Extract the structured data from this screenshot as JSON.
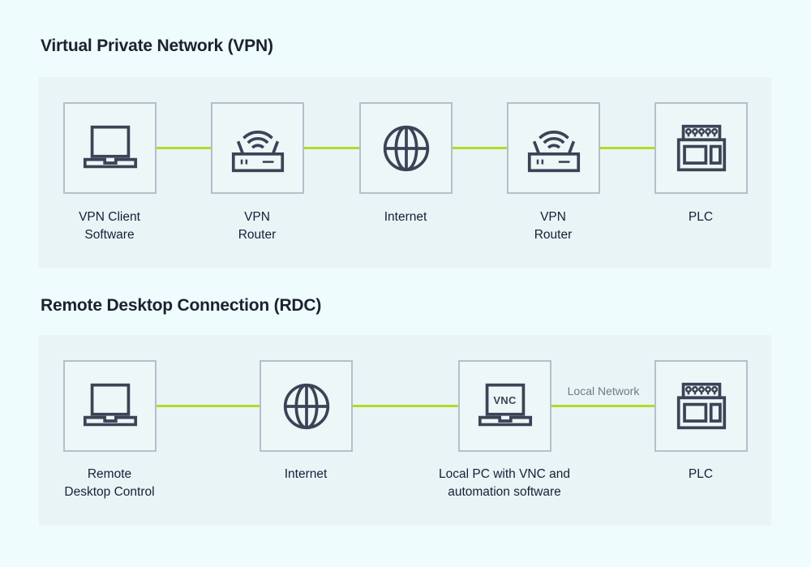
{
  "colors": {
    "page_bg": "#eefcfe",
    "panel_bg": "#e9f4f6",
    "node_bg": "#edf7f8",
    "node_border": "#b5bfc9",
    "icon_stroke": "#3c4356",
    "connector": "#b1dc25",
    "title_text": "#1c212e",
    "label_text": "#152036",
    "connection_label_text": "#6e7b86"
  },
  "sections": [
    {
      "title": "Virtual Private Network (VPN)",
      "nodes": [
        {
          "icon": "laptop-icon",
          "label_lines": [
            "VPN Client",
            "Software"
          ]
        },
        {
          "icon": "wifi-router-icon",
          "label_lines": [
            "VPN",
            "Router"
          ]
        },
        {
          "icon": "globe-icon",
          "label_lines": [
            "Internet"
          ]
        },
        {
          "icon": "wifi-router-icon",
          "label_lines": [
            "VPN",
            "Router"
          ]
        },
        {
          "icon": "plc-icon",
          "label_lines": [
            "PLC"
          ]
        }
      ]
    },
    {
      "title": "Remote Desktop Connection (RDC)",
      "connection_label": "Local Network",
      "nodes": [
        {
          "icon": "laptop-icon",
          "label_lines": [
            "Remote",
            "Desktop Control"
          ]
        },
        {
          "icon": "globe-icon",
          "label_lines": [
            "Internet"
          ]
        },
        {
          "icon": "laptop-vnc-icon",
          "screen_text": "VNC",
          "label_lines": [
            "Local PC with VNC and",
            "automation software"
          ]
        },
        {
          "icon": "plc-icon",
          "label_lines": [
            "PLC"
          ]
        }
      ]
    }
  ]
}
